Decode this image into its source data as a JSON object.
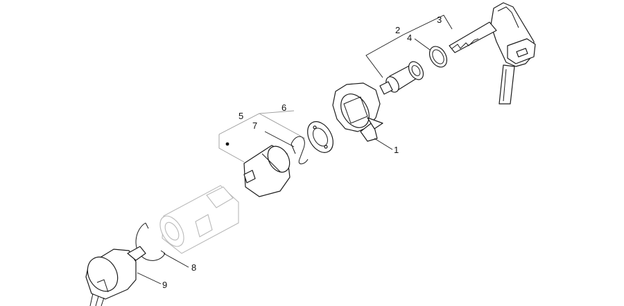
{
  "callouts": {
    "c1": "1",
    "c2": "2",
    "c3": "3",
    "c4": "4",
    "c5": "5",
    "c6": "6",
    "c7": "7",
    "c8": "8",
    "c9": "9"
  },
  "colors": {
    "line": "#1a1a1a",
    "ghost": "#b9b9b9",
    "background": "#ffffff"
  }
}
